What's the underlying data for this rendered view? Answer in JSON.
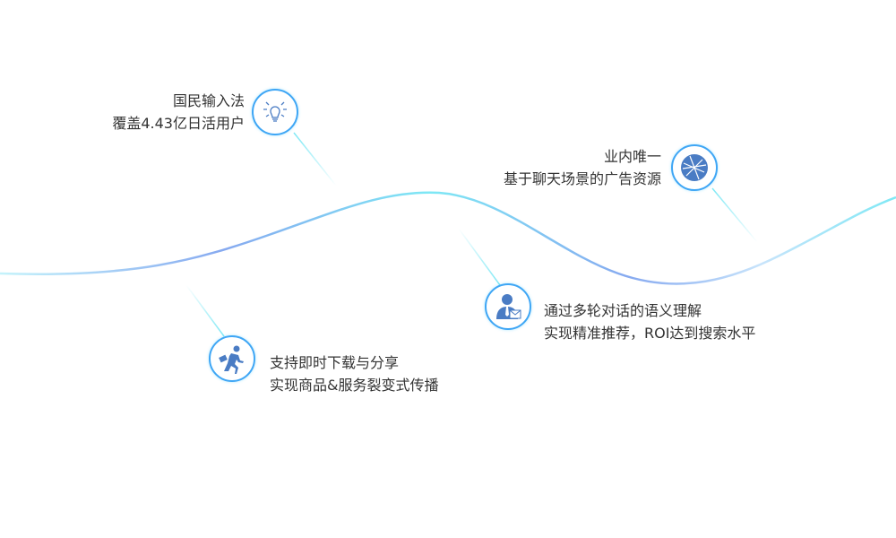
{
  "features": [
    {
      "line1": "国民输入法",
      "line2": "覆盖4.43亿日活用户",
      "icon": "lightbulb-icon"
    },
    {
      "line1": "业内唯一",
      "line2": "基于聊天场景的广告资源",
      "icon": "globe-icon"
    },
    {
      "line1": "通过多轮对话的语义理解",
      "line2": "实现精准推荐，ROI达到搜索水平",
      "icon": "business-person-mail-icon"
    },
    {
      "line1": "支持即时下载与分享",
      "line2": "实现商品&服务裂变式传播",
      "icon": "running-person-icon"
    }
  ],
  "colors": {
    "icon": "#4a7cc4",
    "ring": "#3fa6f5",
    "curve_end": "#7ee8f5",
    "curve_mid": "#7fa8f0"
  }
}
